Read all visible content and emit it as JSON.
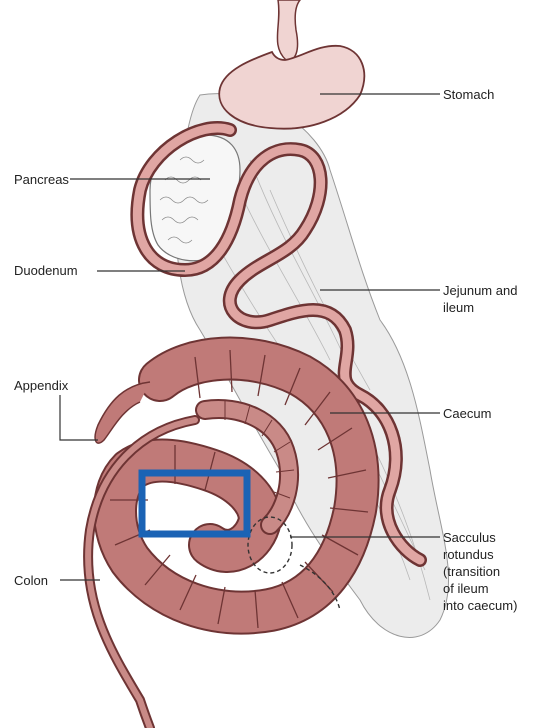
{
  "labels": {
    "stomach": "Stomach",
    "pancreas": "Pancreas",
    "duodenum": "Duodenum",
    "jejunum": [
      "Jejunum and",
      "ileum"
    ],
    "appendix": "Appendix",
    "caecum": "Caecum",
    "sacculus": [
      "Sacculus",
      "rotundus",
      "(transition",
      "of ileum",
      "into caecum)"
    ],
    "colon": "Colon"
  },
  "colors": {
    "gut_fill": "#c07a78",
    "gut_stroke": "#6e3434",
    "stomach_fill": "#f0d4d2",
    "mesentery": "#ededed",
    "highlight_box": "#1b63b5"
  }
}
